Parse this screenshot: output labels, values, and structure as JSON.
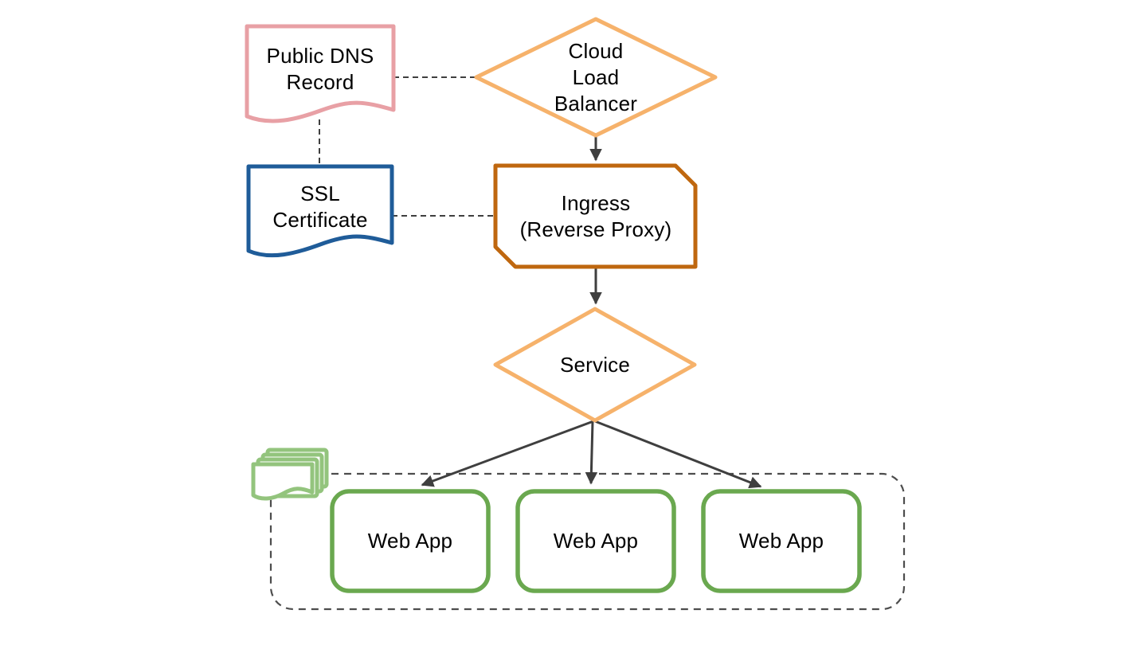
{
  "diagram": {
    "background": "#FFFFFF",
    "text_color": "#000000",
    "nodes": {
      "public_dns": {
        "shape": "document",
        "lines": [
          "Public DNS",
          "Record"
        ],
        "border_color": "#E8A0A5"
      },
      "cloud_load_balancer": {
        "shape": "diamond",
        "lines": [
          "Cloud",
          "Load",
          "Balancer"
        ],
        "border_color": "#F6B26B"
      },
      "ssl_certificate": {
        "shape": "document",
        "lines": [
          "SSL",
          "Certificate"
        ],
        "border_color": "#1F5C99"
      },
      "ingress": {
        "shape": "card-cut-corners",
        "lines": [
          "Ingress",
          "(Reverse Proxy)"
        ],
        "border_color": "#BF670F"
      },
      "service": {
        "shape": "diamond",
        "lines": [
          "Service"
        ],
        "border_color": "#F6B26B"
      },
      "web_apps": {
        "shape": "rounded-rectangle",
        "labels": [
          "Web App",
          "Web App",
          "Web App"
        ],
        "border_color": "#6AA84F"
      },
      "app_group": {
        "shape": "dashed-container",
        "icon": "stacked-documents-icon",
        "border_color": "#4D4D4D",
        "icon_color": "#93C47D"
      }
    },
    "connectors": {
      "color": "#3F3F3F",
      "edges": [
        {
          "from": "public_dns",
          "to": "cloud_load_balancer",
          "style": "dashed"
        },
        {
          "from": "public_dns",
          "to": "ssl_certificate",
          "style": "dashed"
        },
        {
          "from": "ssl_certificate",
          "to": "ingress",
          "style": "dashed"
        },
        {
          "from": "cloud_load_balancer",
          "to": "ingress",
          "style": "arrow"
        },
        {
          "from": "ingress",
          "to": "service",
          "style": "arrow"
        },
        {
          "from": "service",
          "to": "web_app_1",
          "style": "arrow"
        },
        {
          "from": "service",
          "to": "web_app_2",
          "style": "arrow"
        },
        {
          "from": "service",
          "to": "web_app_3",
          "style": "arrow"
        }
      ]
    }
  }
}
